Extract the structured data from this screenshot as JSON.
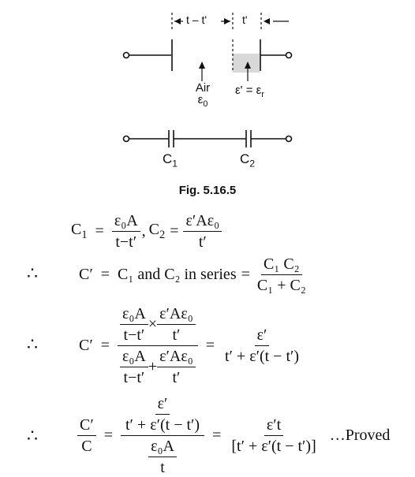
{
  "figure": {
    "dim_t_minus_t_prime": "t – t'",
    "dim_t_prime": "t'",
    "air_label": "Air",
    "air_eps": "ε",
    "air_eps_sub": "0",
    "diel_label": "ε' = ε",
    "diel_sub": "r",
    "c1": "C",
    "c1_sub": "1",
    "c2": "C",
    "c2_sub": "2",
    "caption": "Fig. 5.16.5"
  },
  "equations": {
    "therefore": "∴",
    "eq1_lhs": "C",
    "eq1_lhs_sub": "1",
    "eq1_frac1_num": "ε₀A",
    "eq1_frac1_den": "t−t′",
    "eq1_c2": "C",
    "eq1_c2_sub": "2",
    "eq1_frac2_num": "ε′Aε₀",
    "eq1_frac2_den": "t′",
    "eq2_lhs": "C′",
    "eq2_text": "C₁ and C₂ in series",
    "eq2_frac_num": "C₁ C₂",
    "eq2_frac_den": "C₁ + C₂",
    "eq3_lhs": "C′",
    "eq3_a_num": "ε₀A",
    "eq3_a_den": "t−t′",
    "eq3_times": "×",
    "eq3_b_num": "ε′Aε₀",
    "eq3_b_den": "t′",
    "eq3_plus": "+",
    "eq3_res_num": "ε′",
    "eq3_res_den": "t′ + ε′(t − t′)",
    "eq4_lhs_num": "C′",
    "eq4_lhs_den": "C",
    "eq4_top_num": "ε′",
    "eq4_top_den": "t′ + ε′(t − t′)",
    "eq4_bot_num": "ε₀A",
    "eq4_bot_den": "t",
    "eq4_res_num": "ε′t",
    "eq4_res_den": "[t′ + ε′(t − t′)]",
    "proved": "…Proved",
    "equals": "="
  }
}
